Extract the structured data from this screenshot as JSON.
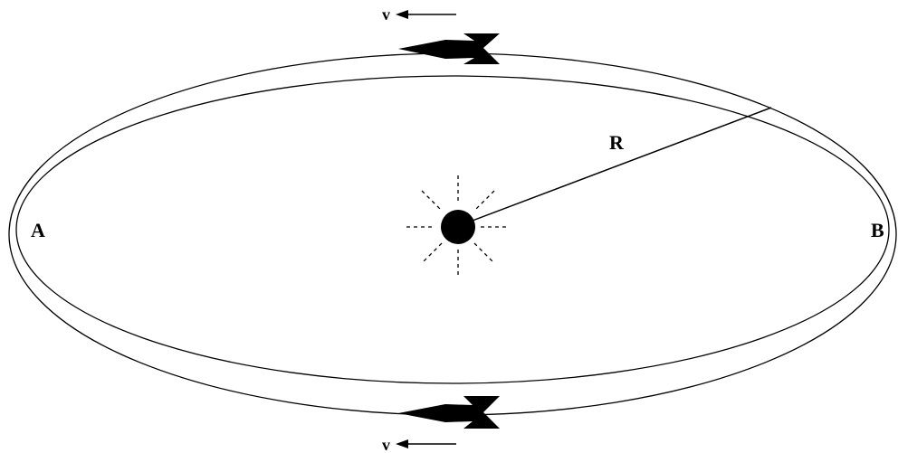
{
  "labels": {
    "point_a": "A",
    "point_b": "B",
    "radius": "R",
    "velocity_top": "v",
    "velocity_bottom": "v"
  },
  "colors": {
    "ink": "#000000",
    "background": "#ffffff"
  },
  "icons": {
    "star": "star-icon",
    "ship_top": "spaceship-icon",
    "ship_bottom": "spaceship-icon",
    "arrow": "arrow-left-icon"
  }
}
